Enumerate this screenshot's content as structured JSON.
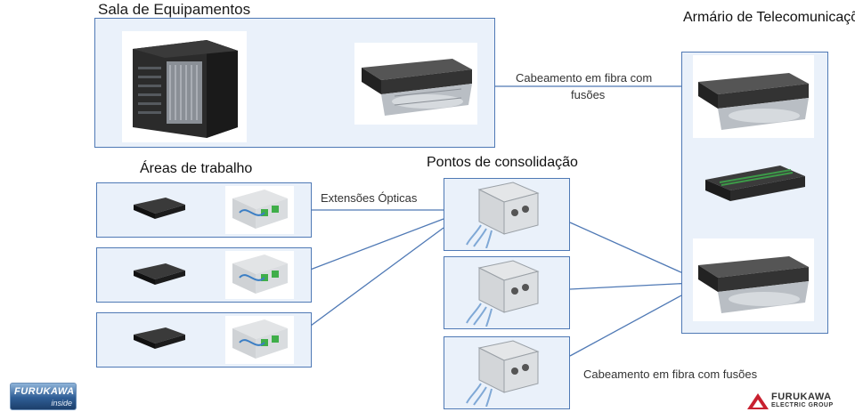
{
  "sections": {
    "equipment_room": "Sala de Equipamentos",
    "telecom_cabinet": "Armário de Telecomunicaçõe",
    "work_areas": "Áreas de trabalho",
    "consolidation_points": "Pontos de consolidação"
  },
  "annotations": {
    "top_cabling_line1": "Cabeamento em fibra com",
    "top_cabling_line2": "fusões",
    "optical_extensions": "Extensões Ópticas",
    "bottom_cabling": "Cabeamento em fibra com fusões"
  },
  "logos": {
    "left_main": "FURUKAWA",
    "left_sub": "inside",
    "right_main": "FURUKAWA",
    "right_sub": "ELECTRIC GROUP"
  },
  "colors": {
    "box_fill": "#eaf1fa",
    "box_border": "#4f79b5",
    "line": "#4f79b5",
    "logo_red": "#c8202f"
  },
  "icons": [
    "network-rack-icon",
    "fiber-drawer-icon",
    "fiber-splice-tray-icon",
    "optical-terminal-icon",
    "wall-outlet-icon",
    "consolidation-box-icon"
  ]
}
